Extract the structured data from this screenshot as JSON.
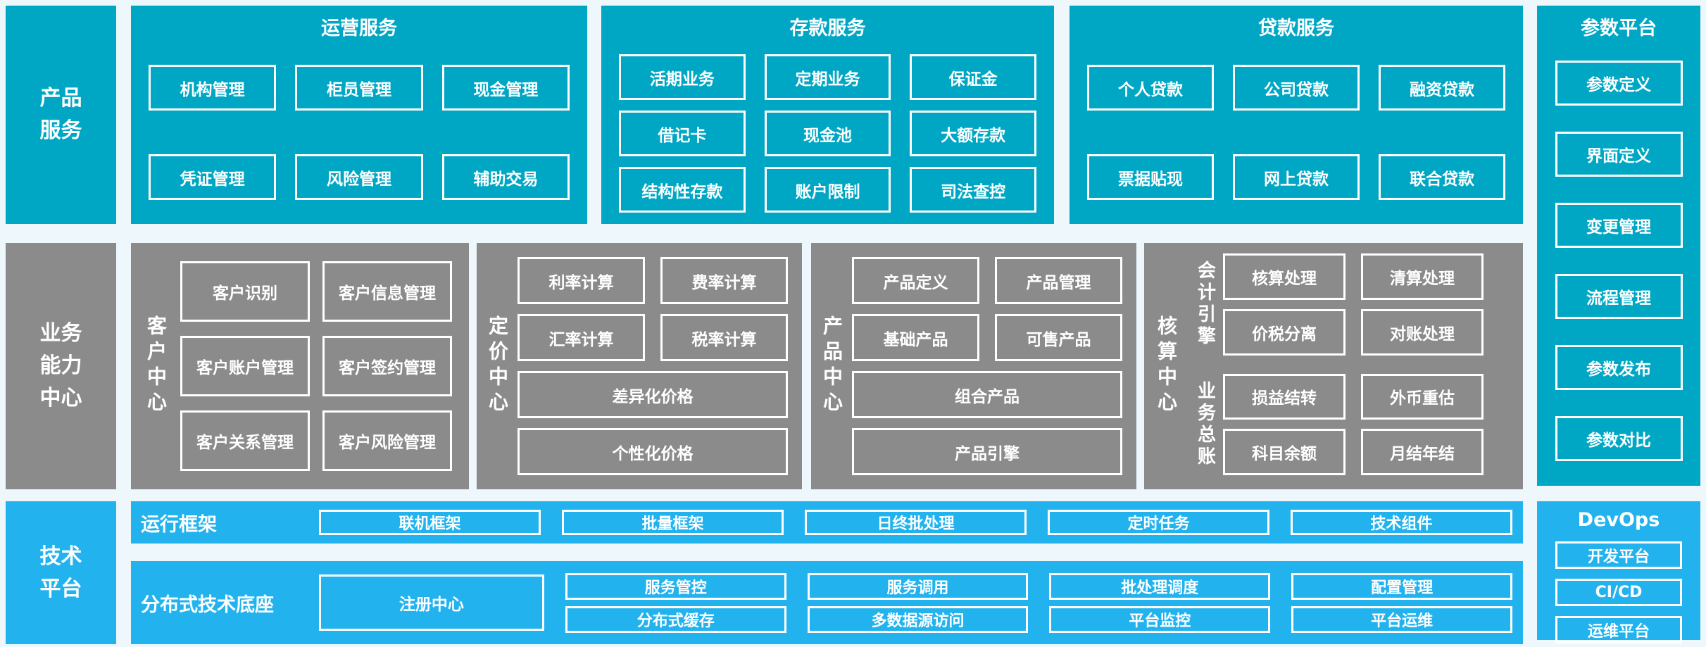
{
  "colors": {
    "teal": "#00a7c4",
    "light_blue": "#22b3ef",
    "gray": "#8b8b8b",
    "background": "#eef7fb",
    "box_border": "#ffffff",
    "text": "#ffffff"
  },
  "side_labels": {
    "product_services": {
      "lines": [
        "产品",
        "服务"
      ]
    },
    "business_capability": {
      "lines": [
        "业务",
        "能力",
        "中心"
      ]
    },
    "tech_platform": {
      "lines": [
        "技术",
        "平台"
      ]
    }
  },
  "top_row": {
    "operations": {
      "title": "运营服务",
      "items": [
        "机构管理",
        "柜员管理",
        "现金管理",
        "凭证管理",
        "风险管理",
        "辅助交易"
      ]
    },
    "deposits": {
      "title": "存款服务",
      "items": [
        "活期业务",
        "定期业务",
        "保证金",
        "借记卡",
        "现金池",
        "大额存款",
        "结构性存款",
        "账户限制",
        "司法查控"
      ]
    },
    "loans": {
      "title": "贷款服务",
      "items": [
        "个人贷款",
        "公司贷款",
        "融资贷款",
        "票据贴现",
        "网上贷款",
        "联合贷款"
      ]
    }
  },
  "param_platform": {
    "title": "参数平台",
    "items": [
      "参数定义",
      "界面定义",
      "变更管理",
      "流程管理",
      "参数发布",
      "参数对比"
    ]
  },
  "middle_row": {
    "customer_center": {
      "title": "客户中心",
      "items": [
        "客户识别",
        "客户信息管理",
        "客户账户管理",
        "客户签约管理",
        "客户关系管理",
        "客户风险管理"
      ]
    },
    "pricing_center": {
      "title": "定价中心",
      "small_items": [
        "利率计算",
        "费率计算",
        "汇率计算",
        "税率计算"
      ],
      "wide_items": [
        "差异化价格",
        "个性化价格"
      ]
    },
    "product_center": {
      "title": "产品中心",
      "small_items": [
        "产品定义",
        "产品管理",
        "基础产品",
        "可售产品"
      ],
      "wide_items": [
        "组合产品",
        "产品引擎"
      ]
    },
    "accounting_center": {
      "title": "核算中心",
      "groups": [
        {
          "title": "会计引擎",
          "items": [
            "核算处理",
            "清算处理",
            "价税分离",
            "对账处理"
          ]
        },
        {
          "title": "业务总账",
          "items": [
            "损益结转",
            "外币重估",
            "科目余额",
            "月结年结"
          ]
        }
      ]
    }
  },
  "bottom_row": {
    "runtime_framework": {
      "title": "运行框架",
      "items": [
        "联机框架",
        "批量框架",
        "日终批处理",
        "定时任务",
        "技术组件"
      ]
    },
    "distributed_base": {
      "title": "分布式技术底座",
      "registry": "注册中心",
      "pairs": [
        [
          "服务管控",
          "分布式缓存"
        ],
        [
          "服务调用",
          "多数据源访问"
        ],
        [
          "批处理调度",
          "平台监控"
        ],
        [
          "配置管理",
          "平台运维"
        ]
      ]
    },
    "devops": {
      "title": "DevOps",
      "items": [
        "开发平台",
        "CI/CD",
        "运维平台"
      ]
    }
  }
}
